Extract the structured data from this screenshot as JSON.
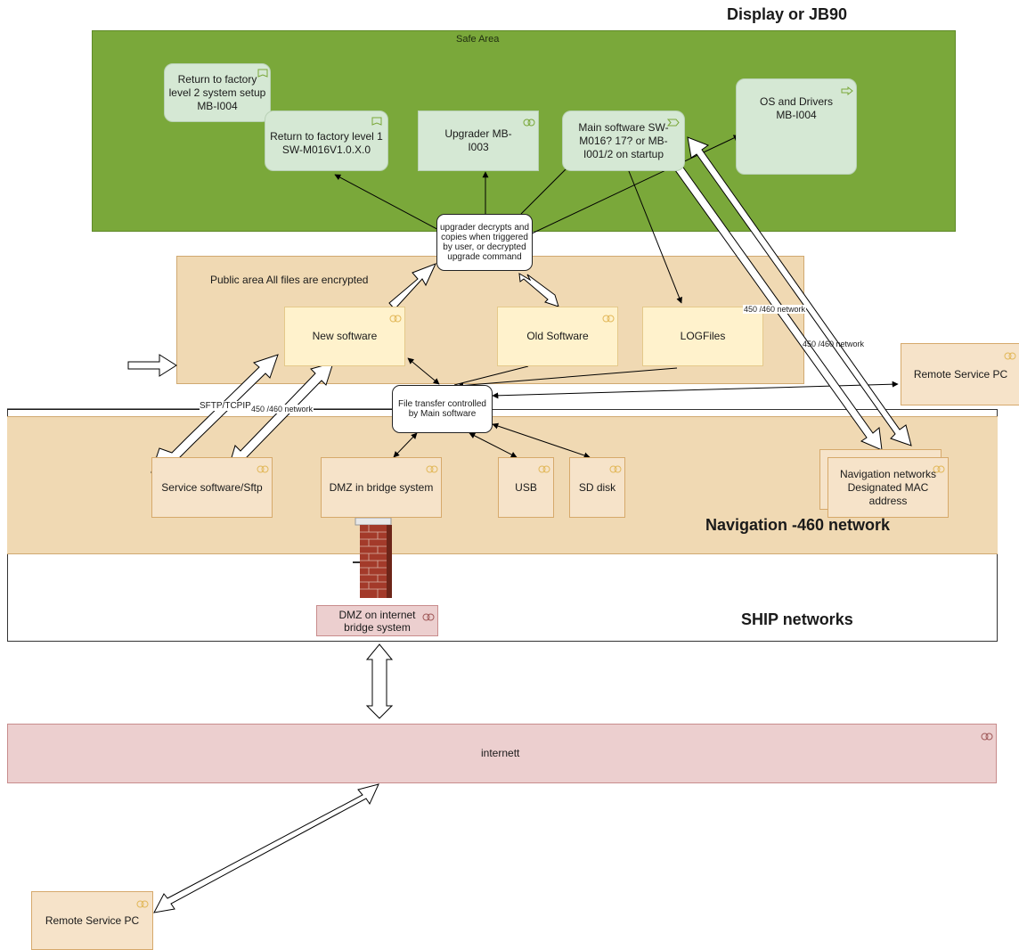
{
  "titles": {
    "display": "Display or JB90",
    "navigation": "Navigation -460 network",
    "ship": "SHIP networks"
  },
  "regions": {
    "safe_area": "Safe Area",
    "public_area": "Public area All files are encrypted"
  },
  "safe_nodes": {
    "factory2": "Return to factory level 2 system setup MB-I004",
    "factory1": "Return to factory level 1 SW-M016V1.0.X.0",
    "upgrader": "Upgrader MB- I003",
    "main_software": "Main software SW-M016? 17? or MB-I001/2 on startup",
    "os_drivers": "OS and Drivers MB-I004"
  },
  "public_nodes": {
    "new_software": "New software",
    "old_software": "Old Software",
    "logfiles": "LOGFiles"
  },
  "bubbles": {
    "upgrader_note": "upgrader decrypts and copies when triggered by user, or decrypted upgrade command",
    "file_transfer": "File transfer controlled by Main software"
  },
  "nav_nodes": {
    "service_software": "Service software/Sftp",
    "dmz_bridge": "DMZ in bridge system",
    "usb": "USB",
    "sd_disk": "SD disk",
    "nav_networks": "Navigation networks Designated MAC address"
  },
  "other_nodes": {
    "remote_pc_right": "Remote Service PC",
    "dmz_internet": "DMZ on internet bridge system",
    "internet": "internett",
    "remote_pc_bottom": "Remote Service PC"
  },
  "edge_labels": {
    "sftp": "SFTP/TCPIP",
    "network_450": "450 /460 network",
    "nav_450_a": "450 /460 network",
    "nav_450_b": "450 /460 network"
  },
  "colors": {
    "safe_area": "#7aa83a",
    "public_area": "#f0d9b3",
    "navigation": "#f0d9b3",
    "green_node": "#d5e8d4",
    "tan_node": "#fff2cc",
    "pink_node": "#eccfcf",
    "service_icon": "#e2b85a"
  },
  "icons": {
    "book": "book-icon",
    "service": "service-icon",
    "event": "event-icon",
    "arrow": "process-arrow-icon",
    "firewall": "firewall-icon"
  }
}
